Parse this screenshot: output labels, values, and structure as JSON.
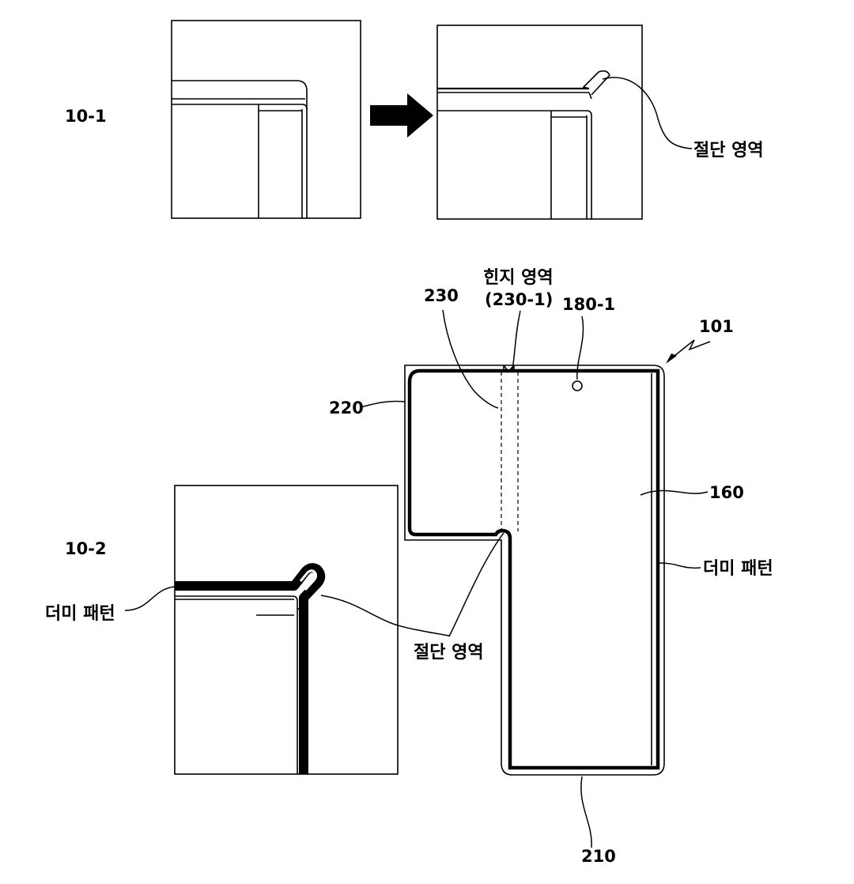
{
  "labels": {
    "fig_10_1": "10-1",
    "fig_10_2": "10-2",
    "cut_area_top": "절단 영역",
    "cut_area_bottom": "절단 영역",
    "hinge_area": "힌지 영역",
    "hinge_ref": "(230-1)",
    "ref_230": "230",
    "ref_180_1": "180-1",
    "ref_101": "101",
    "ref_220": "220",
    "ref_160": "160",
    "dummy_pattern_right": "더미 패턴",
    "dummy_pattern_left": "더미 패턴",
    "ref_210": "210"
  }
}
